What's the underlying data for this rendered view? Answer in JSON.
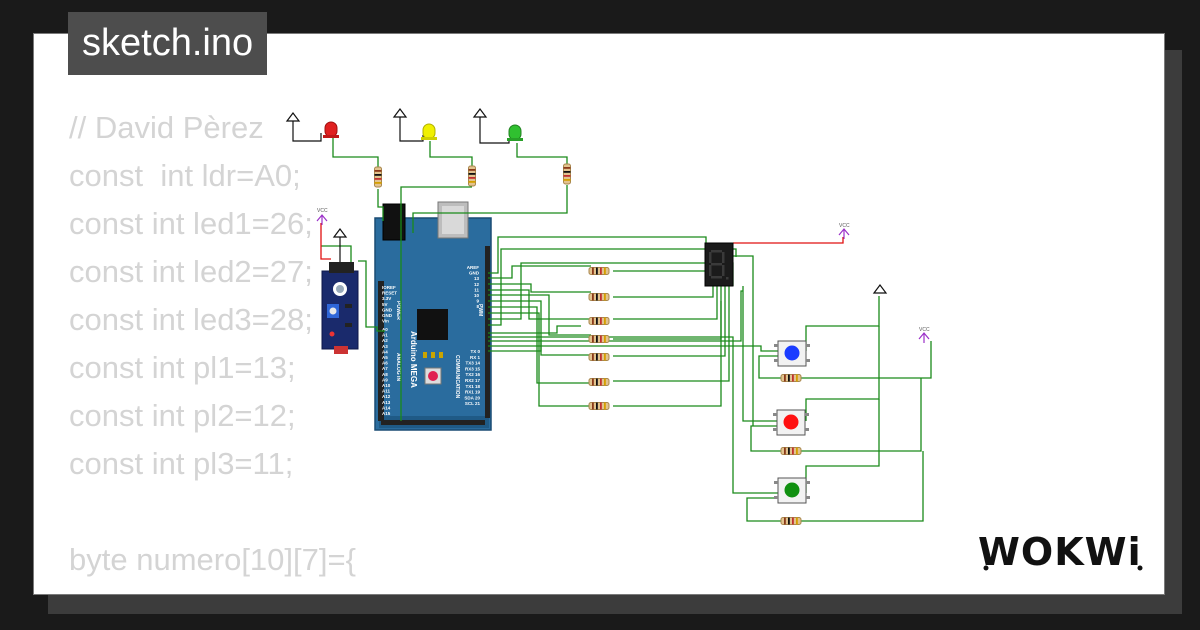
{
  "file": {
    "title": "sketch.ino"
  },
  "code_lines": [
    "// David Pèrez",
    "const  int ldr=A0;",
    "const int led1=26;",
    "const int led2=27;",
    "const int led3=28;",
    "const int pl1=13;",
    "const int pl2=12;",
    "const int pl3=11;",
    "",
    "byte numero[10][7]={"
  ],
  "brand": {
    "name": "WOKWi"
  },
  "board": {
    "name": "Arduino MEGA",
    "power_label": "POWER",
    "analog_label": "ANALOG IN",
    "comm_label": "COMMUNICATION",
    "pwm_label": "PWM",
    "power_pins": [
      "IOREF",
      "RESET",
      "3.3V",
      "5V",
      "GND",
      "GND",
      "Vin"
    ],
    "analog_pins": [
      "A0",
      "A1",
      "A2",
      "A3",
      "A4",
      "A5",
      "A6",
      "A7",
      "A8",
      "A9",
      "A10",
      "A11",
      "A12",
      "A13",
      "A14",
      "A15"
    ],
    "top_right_pins": [
      "AREF",
      "GND",
      "13",
      "12",
      "11",
      "10",
      "9",
      "8"
    ],
    "comm_pins": [
      "TX 0",
      "RX 1",
      "TX3 14",
      "RX3 15",
      "TX2 16",
      "RX2 17",
      "TX1 18",
      "RX1 19",
      "SDA 20",
      "SCL 21"
    ]
  },
  "vcc_labels": [
    "VCC",
    "VCC",
    "VCC"
  ],
  "colors": {
    "wire_green": "#1a8a1a",
    "wire_red": "#e01010",
    "board_blue": "#2a6c9e",
    "led_red": "#e02020",
    "led_yellow": "#f0f000",
    "led_green": "#30c030",
    "button_blue": "#1a3cff",
    "button_red": "#ff1010",
    "button_green": "#109010",
    "vcc_purple": "#9b30c8"
  }
}
